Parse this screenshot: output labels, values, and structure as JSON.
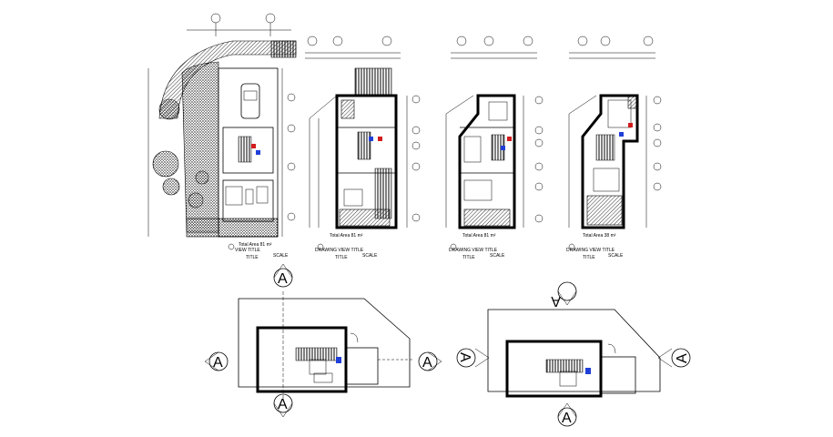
{
  "plans": [
    {
      "area_label": "Total Area 81 m²",
      "title_label": "VIEW TITLE",
      "title_small": "TITLE",
      "scale_label": "SCALE"
    },
    {
      "area_label": "Total Area 81 m²",
      "title_label": "DRAWING VIEW TITLE",
      "title_small": "TITLE",
      "scale_label": "SCALE"
    },
    {
      "area_label": "Total Area 81 m²",
      "title_label": "DRAWING VIEW TITLE",
      "title_small": "TITLE",
      "scale_label": "SCALE"
    },
    {
      "area_label": "Total Area 38 m²",
      "title_label": "DRAWING VIEW TITLE",
      "title_small": "TITLE",
      "scale_label": "SCALE"
    }
  ],
  "section_markers": {
    "letter": "A"
  }
}
